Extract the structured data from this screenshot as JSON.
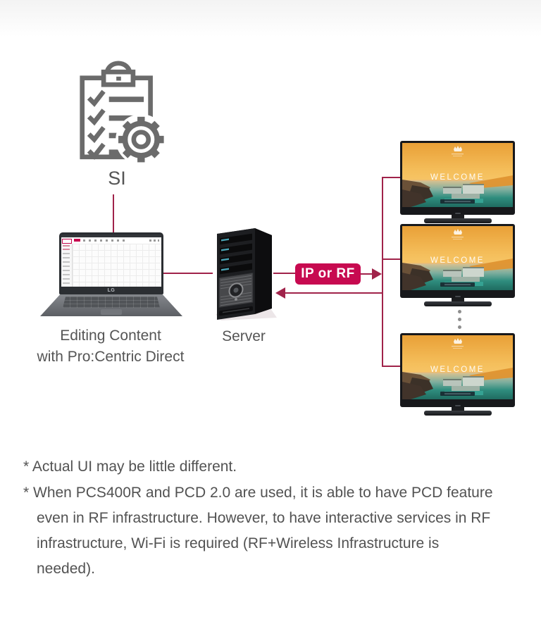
{
  "palette": {
    "accent_red": "#c70a50",
    "line_red": "#a0234a",
    "text_gray": "#555555",
    "icon_gray": "#6b6b6b"
  },
  "si": {
    "label": "SI"
  },
  "laptop": {
    "caption_line1": "Editing Content",
    "caption_line2": "with Pro:Centric Direct",
    "logo": "LG"
  },
  "server": {
    "label": "Server"
  },
  "connection": {
    "badge_label": "IP or RF"
  },
  "tv": {
    "welcome_text": "WELCOME"
  },
  "footnotes": [
    "* Actual UI may be little different.",
    "* When PCS400R and PCD 2.0 are used, it is able to have PCD feature even in RF infrastructure. However, to have interactive services in RF infrastructure, Wi-Fi is required (RF+Wireless Infrastructure is needed)."
  ]
}
